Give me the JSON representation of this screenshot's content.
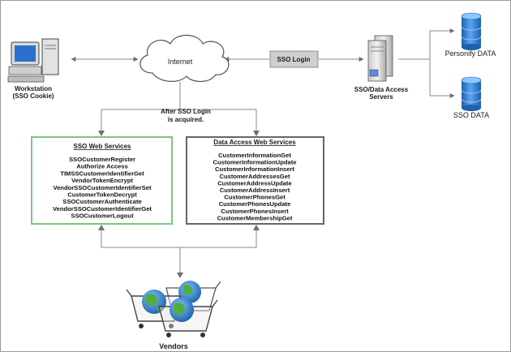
{
  "nodes": {
    "workstation": {
      "label_line1": "Workstation",
      "label_line2": "(SSO Cookie)"
    },
    "internet": {
      "label": "Internet"
    },
    "sso_login": {
      "label": "SSO Login"
    },
    "servers": {
      "label_line1": "SSO/Data Access",
      "label_line2": "Servers"
    },
    "personify_db": {
      "label": "Personify DATA"
    },
    "sso_db": {
      "label": "SSO DATA"
    },
    "vendors": {
      "label": "Vendors"
    }
  },
  "annotation": {
    "line1": "After SSO Login",
    "line2": "is acquired."
  },
  "sso_services": {
    "title": "SSO Web Services",
    "items": [
      "SSOCustomerRegister",
      "Authorize Access",
      "TIMSSCustomerIdentifierGet",
      "VendorTokenEncrypt",
      "VendorSSOCustomerIdentifierSet",
      "CustomerTokenDecrypt",
      "SSOCustomerAuthenticate",
      "VendorSSOCustomerIdentifierGet",
      "SSOCustomerLogout"
    ]
  },
  "data_services": {
    "title": "Data Access Web Services",
    "items": [
      "CustomerInformationGet",
      "CustomerInformationUpdate",
      "CustomerInformationInsert",
      "CustomerAddressesGet",
      "CustomerAddressUpdate",
      "CustomerAddressInsert",
      "CustomerPhonesGet",
      "CustomerPhonesUpdate",
      "CustomerPhonesInsert",
      "CustomerMembershipGet"
    ]
  },
  "colors": {
    "sso_box_border": "#7ec77e",
    "data_box_border": "#555555",
    "connector": "#8a8a8a",
    "db_blue": "#3a86d8",
    "login_box": "#cfcfcf"
  }
}
